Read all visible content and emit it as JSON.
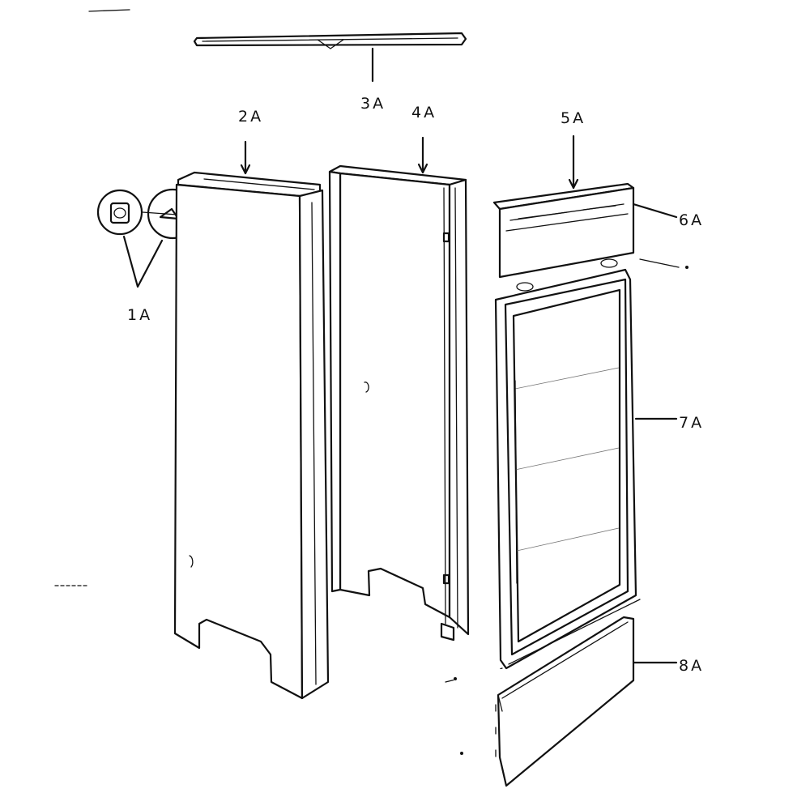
{
  "labels": {
    "p1a": "1A",
    "p2a": "2A",
    "p3a": "3A",
    "p4a": "4A",
    "p5a": "5A",
    "p6a": "6A",
    "p7a": "7A",
    "p8a": "8A"
  }
}
